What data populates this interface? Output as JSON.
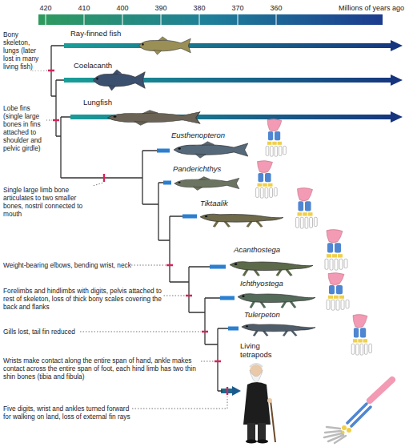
{
  "diagram": {
    "labels": [
      "420",
      "410",
      "400",
      "390",
      "380",
      "370",
      "360",
      "Millions of years ago",
      "Bony skeleton, lungs (later lost in many living fish)",
      "Ray-finned fish",
      "Coelacanth",
      "Lobe fins (single large bones in fins attached to shoulder and pelvic girdle)",
      "Lungfish",
      "Eusthenopteron",
      "Panderichthys",
      "Single large limb bone articulates to two smaller bones, nostril connected to mouth",
      "Tiktaalik",
      "Acanthostega",
      "Weight-bearing elbows, bending wrist, neck",
      "Ichthyostega",
      "Forelimbs and hindlimbs with digits, pelvis attached to rest of skeleton, loss of thick bony scales covering the back and flanks",
      "Tulerpeton",
      "Gills lost, tail fin reduced",
      "Living tetrapods",
      "Wrists make contact along the entire span of hand, ankle makes contact across the entire span of foot, each hind limb has two thin shin bones (tibia and fibula)",
      "Five digits, wrist and ankles turned forward for walking on land, loss of external fin rays"
    ]
  }
}
